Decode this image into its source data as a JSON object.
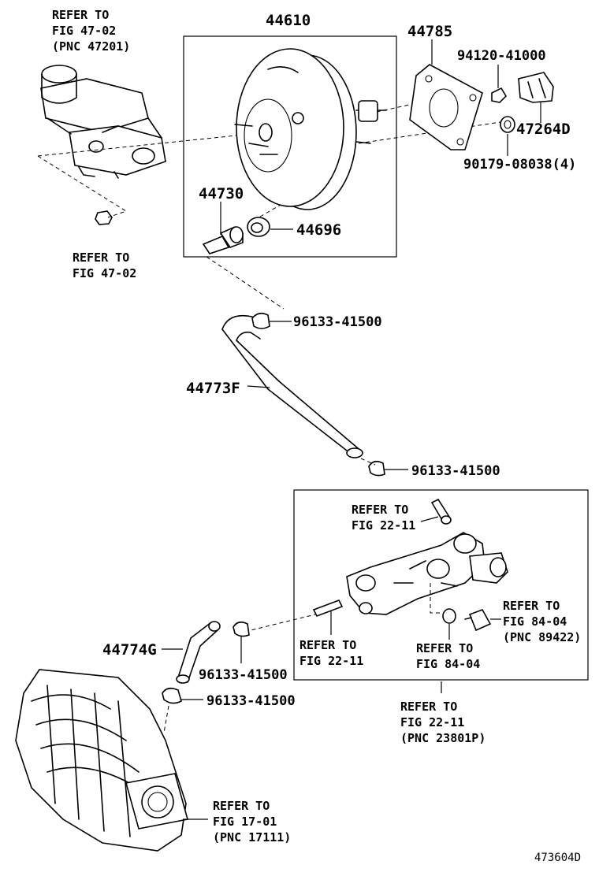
{
  "illustration_code": "473604D",
  "parts": {
    "booster": "44610",
    "plate": "44785",
    "nut_small": "94120-41000",
    "bracket": "47264D",
    "nut_set": "90179-08038(4)",
    "check_valve": "44730",
    "grommet": "44696",
    "clip_upper": "96133-41500",
    "hose_upper": "44773F",
    "clip_mid": "96133-41500",
    "hose_lower": "44774G",
    "clip_lower_a": "96133-41500",
    "clip_lower_b": "96133-41500"
  },
  "refs": {
    "master_cyl": [
      "REFER TO",
      "FIG 47-02",
      "(PNC 47201)"
    ],
    "master_nut": [
      "REFER TO",
      "FIG 47-02"
    ],
    "union_bolt": [
      "REFER TO",
      "FIG 22-11"
    ],
    "sensor": [
      "REFER TO",
      "FIG 84-04",
      "(PNC 89422)"
    ],
    "stud": [
      "REFER TO",
      "FIG 22-11"
    ],
    "gasket": [
      "REFER TO",
      "FIG 84-04"
    ],
    "pipe_assy": [
      "REFER TO",
      "FIG 22-11",
      "(PNC 23801P)"
    ],
    "manifold": [
      "REFER TO",
      "FIG 17-01",
      "(PNC 17111)"
    ]
  }
}
